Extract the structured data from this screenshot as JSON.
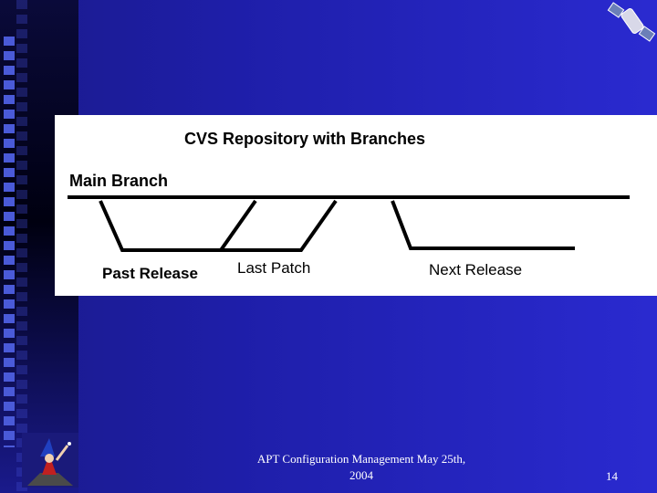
{
  "diagram": {
    "title": "CVS Repository with Branches",
    "main_branch_label": "Main Branch",
    "past_release_label": "Past Release",
    "last_patch_label": "Last Patch",
    "next_release_label": "Next Release"
  },
  "footer": {
    "text": "APT Configuration Management May 25th, 2004",
    "slide_number": "14"
  },
  "icons": {
    "satellite": "satellite-icon",
    "mascot": "wizard-mascot-icon"
  },
  "colors": {
    "background": "#2a2ad0",
    "panel": "#ffffff",
    "lines": "#000000"
  }
}
